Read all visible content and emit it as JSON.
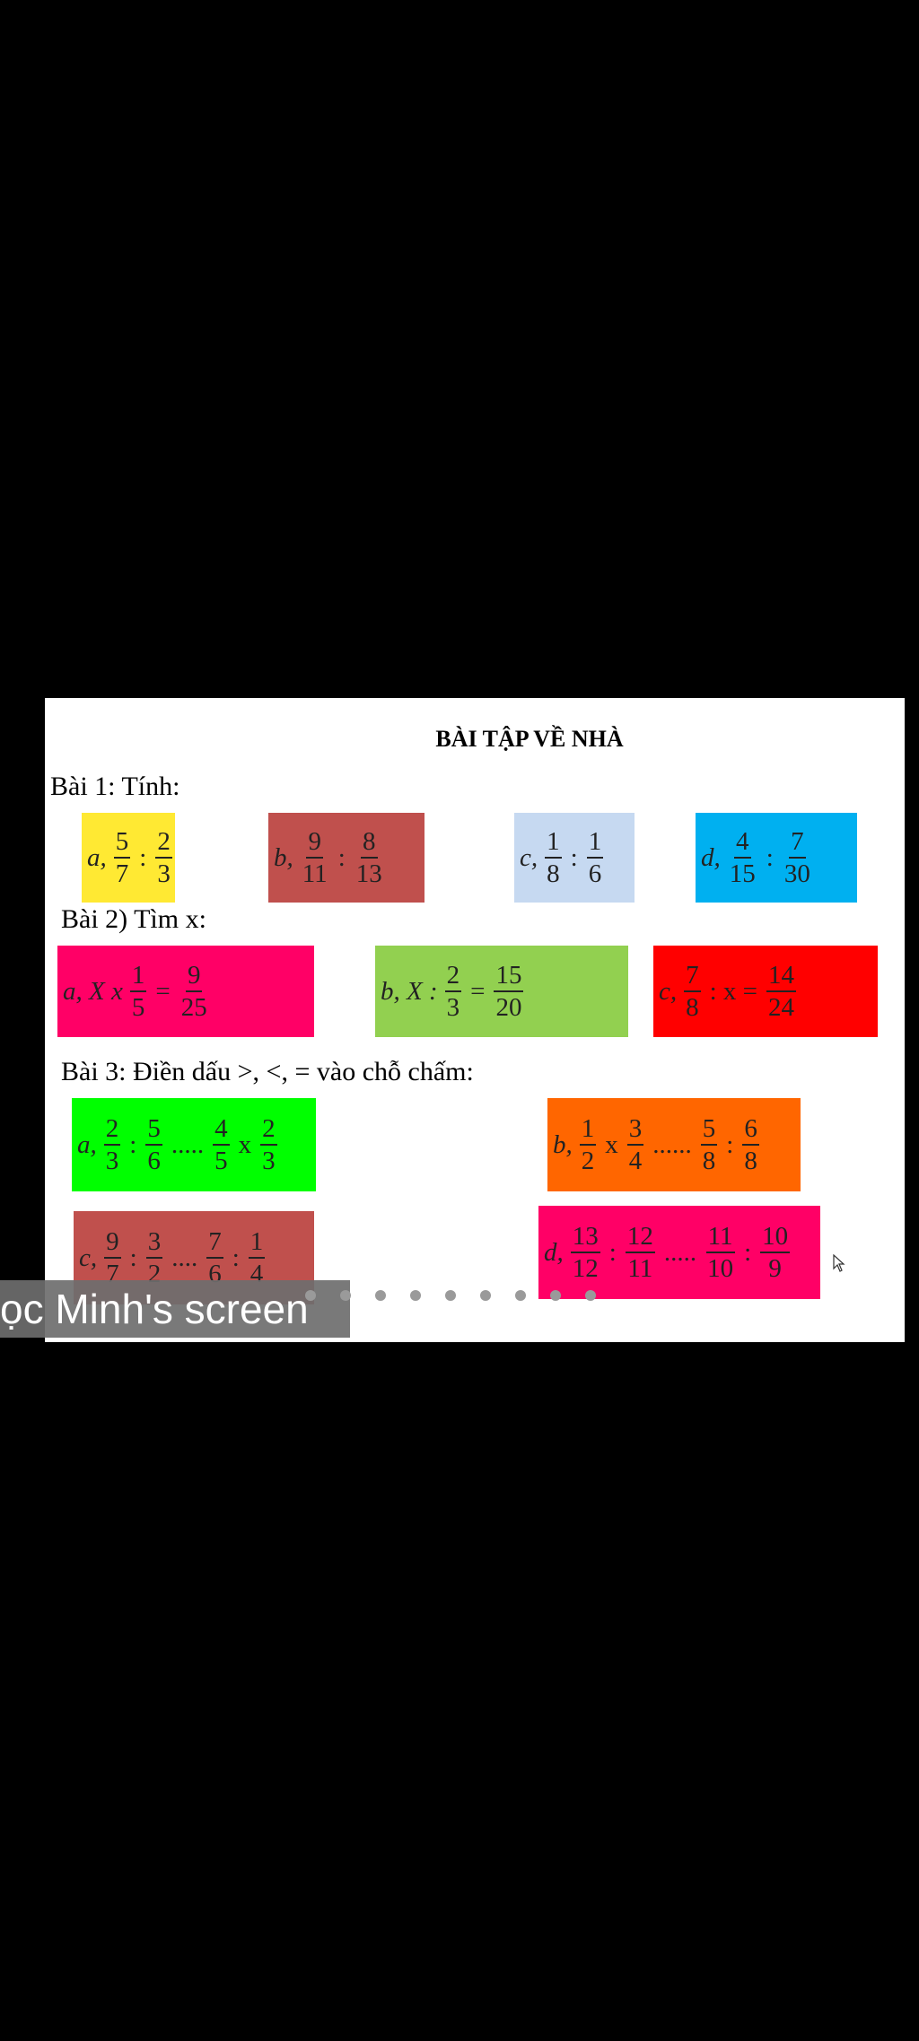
{
  "slide": {
    "title": "BÀI TẬP VỀ NHÀ",
    "bai1": {
      "heading": "Bài 1: Tính:",
      "items": [
        {
          "label": "a,",
          "color": "#ffe933",
          "parts": [
            {
              "n": "5",
              "d": "7"
            },
            ":",
            {
              "n": "2",
              "d": "3"
            }
          ]
        },
        {
          "label": "b,",
          "color": "#c0504d",
          "parts": [
            {
              "n": "9",
              "d": "11"
            },
            ":",
            {
              "n": "8",
              "d": "13"
            }
          ]
        },
        {
          "label": "c,",
          "color": "#c6d9f1",
          "parts": [
            {
              "n": "1",
              "d": "8"
            },
            ":",
            {
              "n": "1",
              "d": "6"
            }
          ]
        },
        {
          "label": "d,",
          "color": "#00b0f0",
          "parts": [
            {
              "n": "4",
              "d": "15"
            },
            ":",
            {
              "n": "7",
              "d": "30"
            }
          ]
        }
      ]
    },
    "bai2": {
      "heading": "Bài 2) Tìm x:",
      "items": [
        {
          "label": "a, X x",
          "color": "#ff0066",
          "parts": [
            {
              "n": "1",
              "d": "5"
            },
            "=",
            {
              "n": "9",
              "d": "25"
            }
          ]
        },
        {
          "label": "b, X :",
          "color": "#92d050",
          "parts": [
            {
              "n": "2",
              "d": "3"
            },
            "=",
            {
              "n": "15",
              "d": "20"
            }
          ]
        },
        {
          "label": "c,",
          "color": "#ff0000",
          "parts": [
            {
              "n": "7",
              "d": "8"
            },
            ": x =",
            {
              "n": "14",
              "d": "24"
            }
          ]
        }
      ]
    },
    "bai3": {
      "heading": "Bài 3: Điền dấu >, <, = vào chỗ chấm:",
      "items": [
        {
          "label": "a,",
          "color": "#00ff00",
          "parts": [
            {
              "n": "2",
              "d": "3"
            },
            ":",
            {
              "n": "5",
              "d": "6"
            },
            ".....",
            {
              "n": "4",
              "d": "5"
            },
            "x",
            {
              "n": "2",
              "d": "3"
            }
          ]
        },
        {
          "label": "b,",
          "color": "#ff6600",
          "parts": [
            {
              "n": "1",
              "d": "2"
            },
            "x",
            {
              "n": "3",
              "d": "4"
            },
            "......",
            {
              "n": "5",
              "d": "8"
            },
            ":",
            {
              "n": "6",
              "d": "8"
            }
          ]
        },
        {
          "label": "c,",
          "color": "#c0504d",
          "parts": [
            {
              "n": "9",
              "d": "7"
            },
            ":",
            {
              "n": "3",
              "d": "2"
            },
            "....",
            {
              "n": "7",
              "d": "6"
            },
            ":",
            {
              "n": "1",
              "d": "4"
            }
          ]
        },
        {
          "label": "d,",
          "color": "#ff0066",
          "parts": [
            {
              "n": "13",
              "d": "12"
            },
            ":",
            {
              "n": "12",
              "d": "11"
            },
            ".....",
            {
              "n": "11",
              "d": "10"
            },
            ":",
            {
              "n": "10",
              "d": "9"
            }
          ]
        }
      ]
    }
  },
  "share_banner": {
    "text": "ọc Minh's screen"
  },
  "carousel": {
    "dot_count": 9
  }
}
